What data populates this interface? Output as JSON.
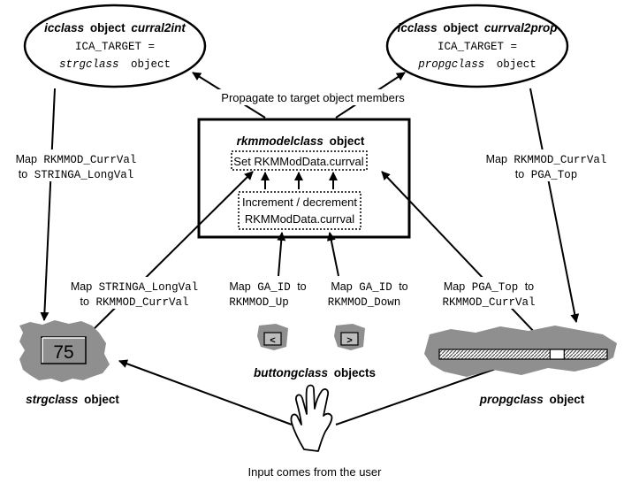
{
  "left_ellipse": {
    "title_class": "icclass",
    "title_mid": "object",
    "title_name": "curral2int",
    "line2": "ICA_TARGET =",
    "line3_class": "strgclass",
    "line3_rest": "object"
  },
  "right_ellipse": {
    "title_class": "icclass",
    "title_mid": "object",
    "title_name": "currval2prop",
    "line2": "ICA_TARGET =",
    "line3_class": "propgclass",
    "line3_rest": "object"
  },
  "propagate_label": "Propagate to target object members",
  "center_box": {
    "title_class": "rkmmodelclass",
    "title_rest": "object",
    "set_line": "Set RKMModData.currval",
    "inc_line1": "Increment / decrement",
    "inc_line2": "RKMModData.currval"
  },
  "map_left_top": {
    "line1_word": "Map",
    "line1_code": "RKMMOD_CurrVal",
    "line2_word": "to",
    "line2_code": "STRINGA_LongVal"
  },
  "map_right_top": {
    "line1_word": "Map",
    "line1_code": "RKMMOD_CurrVal",
    "line2_word": "to",
    "line2_code": "PGA_Top"
  },
  "map_left_bottom": {
    "line1_word": "Map",
    "line1_code": "STRINGA_LongVal",
    "line2_word": "to",
    "line2_code": "RKMMOD_CurrVal"
  },
  "map_up": {
    "line1_word": "Map",
    "line1_code": "GA_ID",
    "line1_end": "to",
    "line2_code": "RKMMOD_Up"
  },
  "map_down": {
    "line1_word": "Map",
    "line1_code": "GA_ID",
    "line1_end": "to",
    "line2_code": "RKMMOD_Down"
  },
  "map_right_bottom": {
    "line1_word": "Map",
    "line1_code": "PGA_Top",
    "line1_end": "to",
    "line2_code": "RKMMOD_CurrVal"
  },
  "string_value": "75",
  "button_up_glyph": "<",
  "button_down_glyph": ">",
  "strg_label": {
    "class": "strgclass",
    "rest": "object"
  },
  "buttons_label": {
    "class": "buttongclass",
    "rest": "objects"
  },
  "propg_label": {
    "class": "propgclass",
    "rest": "object"
  },
  "input_label": "Input comes from the user",
  "slider_level": 0.72,
  "colors": {
    "ink": "#000000",
    "gadget_gray": "#8f8f8f",
    "hatch": "#555555",
    "background": "#ffffff"
  }
}
